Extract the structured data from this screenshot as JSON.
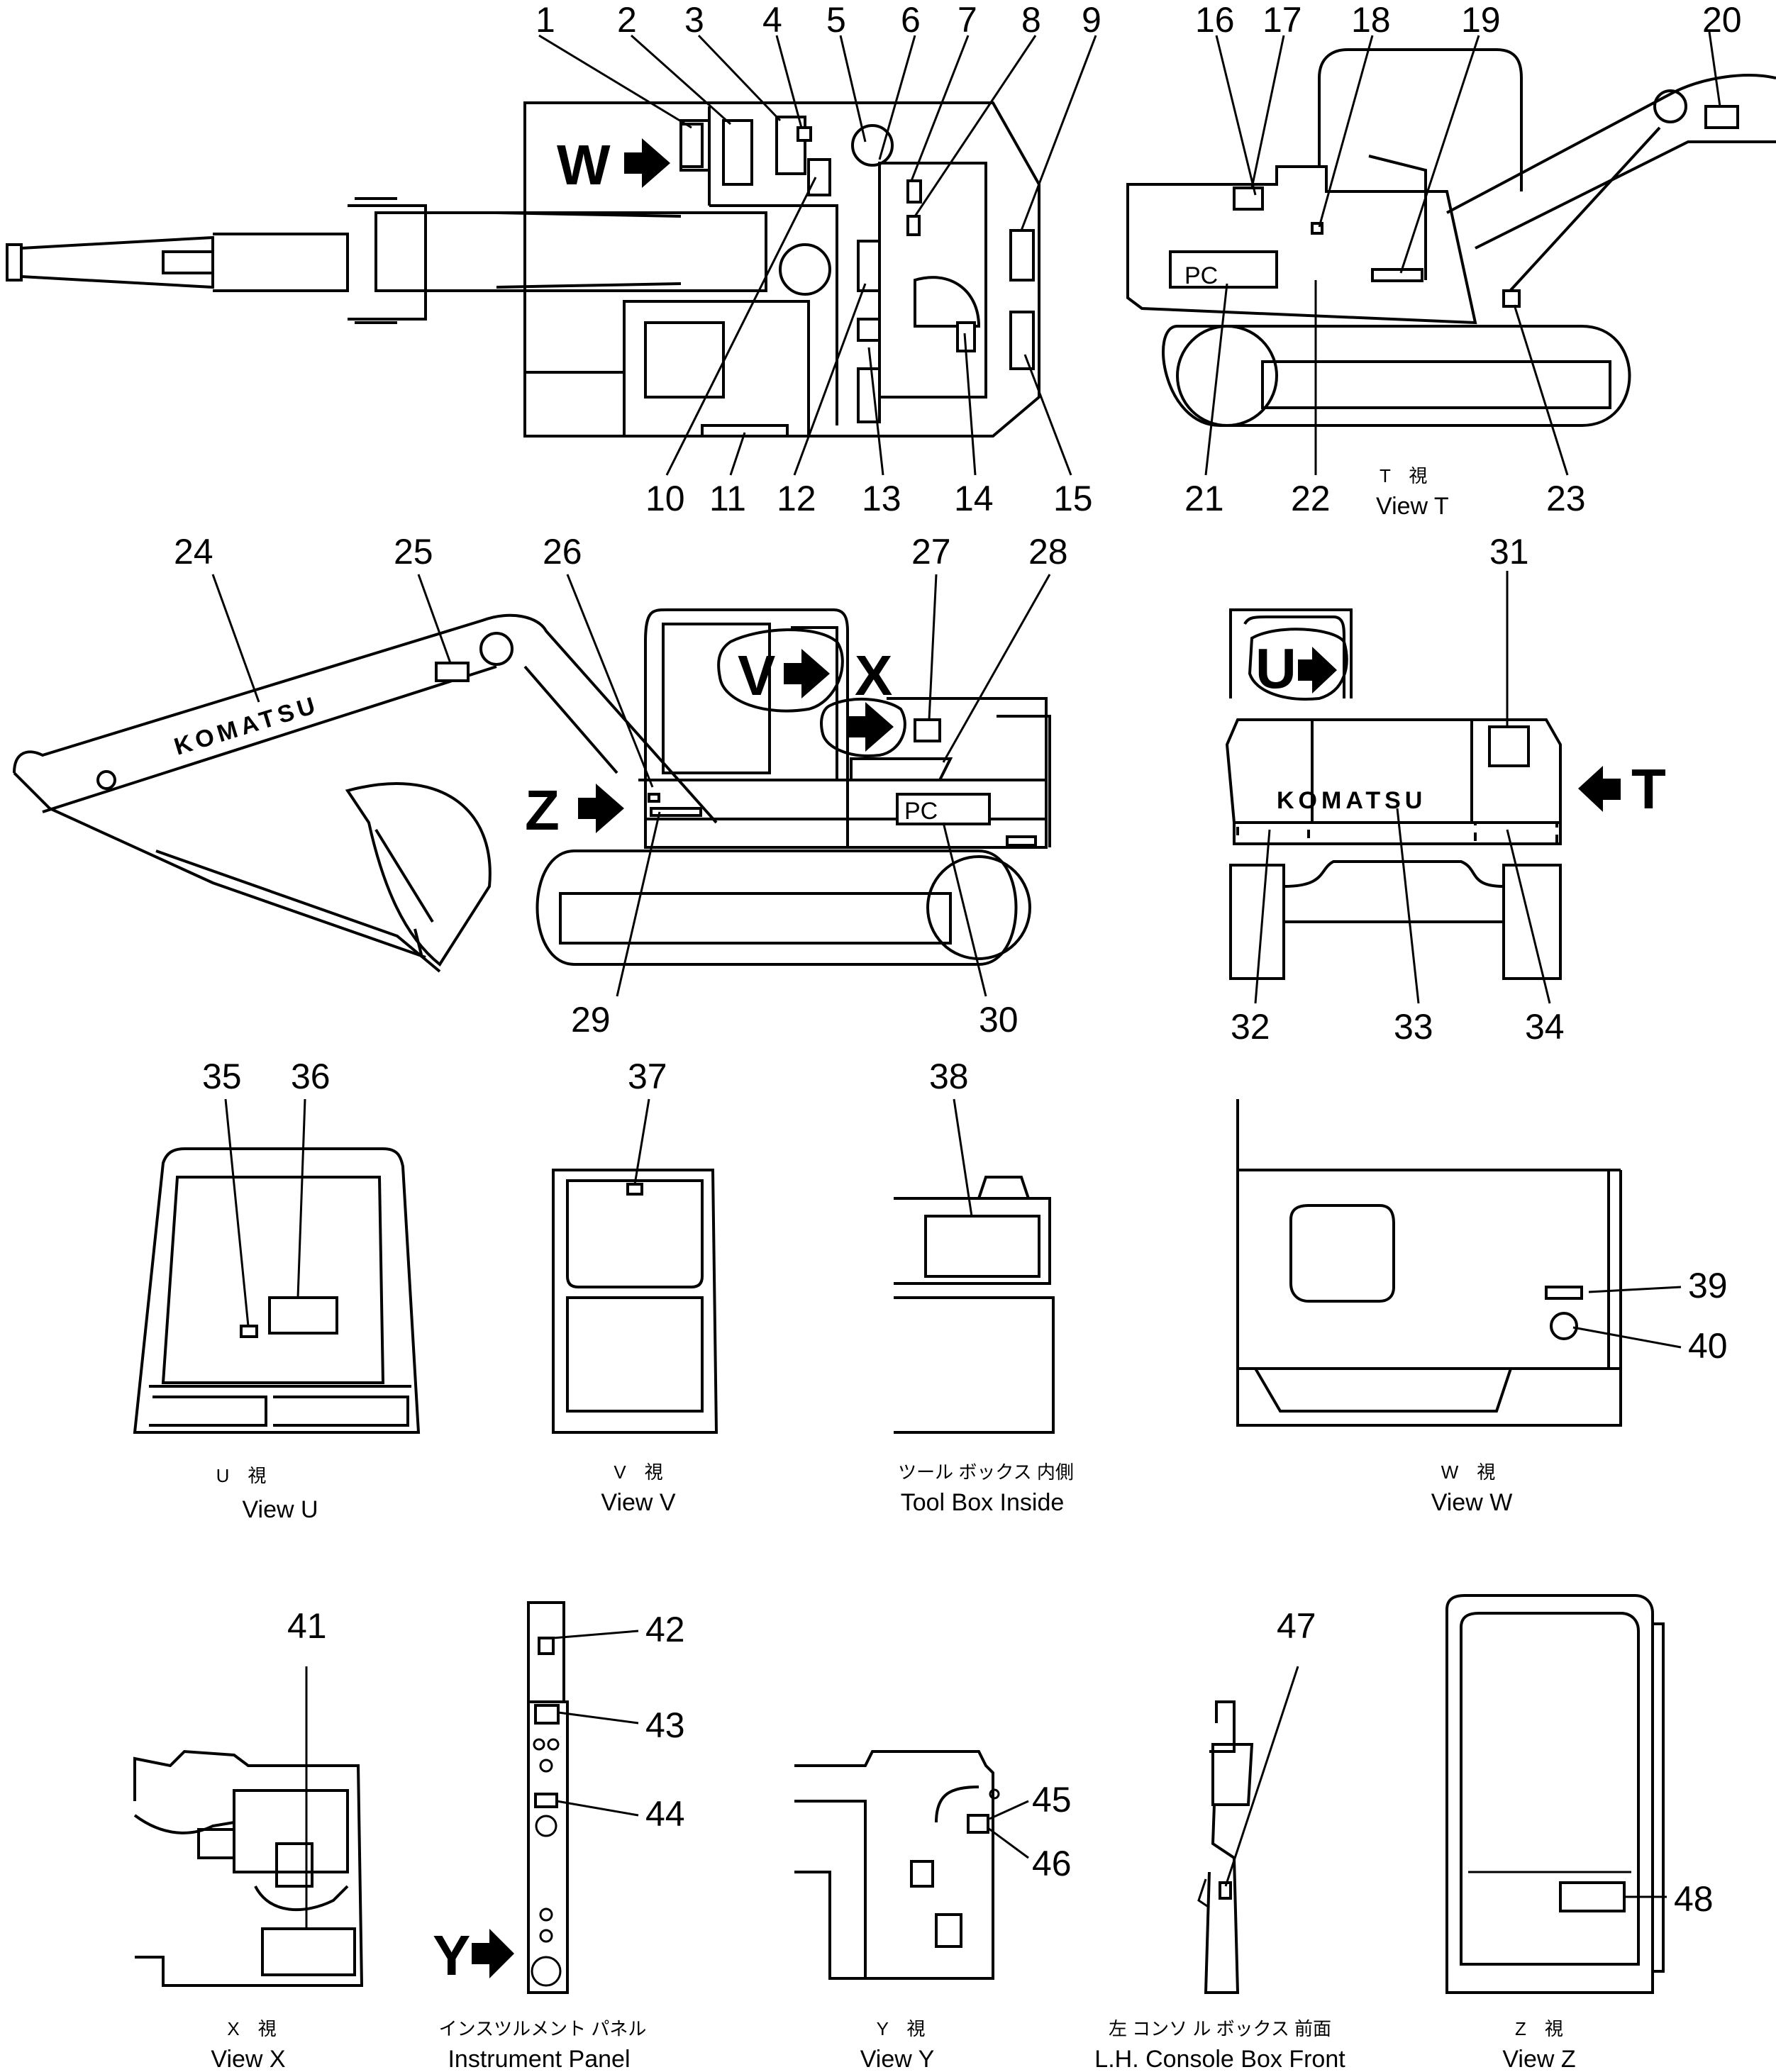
{
  "callouts": [
    "1",
    "2",
    "3",
    "4",
    "5",
    "6",
    "7",
    "8",
    "9",
    "10",
    "11",
    "12",
    "13",
    "14",
    "15",
    "16",
    "17",
    "18",
    "19",
    "20",
    "21",
    "22",
    "23",
    "24",
    "25",
    "26",
    "27",
    "28",
    "29",
    "30",
    "31",
    "32",
    "33",
    "34",
    "35",
    "36",
    "37",
    "38",
    "39",
    "40",
    "41",
    "42",
    "43",
    "44",
    "45",
    "46",
    "47",
    "48"
  ],
  "arrows": {
    "w": "W",
    "t": "T",
    "z": "Z",
    "v": "V",
    "x": "X",
    "u": "U",
    "y": "Y"
  },
  "plates": {
    "pc": "PC",
    "brand": "KOMATSU"
  },
  "views": {
    "t": {
      "jp": "T　視",
      "en": "View T"
    },
    "u": {
      "jp": "U　視",
      "en": "View U"
    },
    "v": {
      "jp": "V　視",
      "en": "View V"
    },
    "toolbox": {
      "jp": "ツール ボックス 内側",
      "en": "Tool Box Inside"
    },
    "w": {
      "jp": "W　視",
      "en": "View W"
    },
    "x": {
      "jp": "X　視",
      "en": "View X"
    },
    "panel": {
      "jp": "インスツルメント パネル",
      "en": "Instrument Panel"
    },
    "y": {
      "jp": "Y　視",
      "en": "View Y"
    },
    "console": {
      "jp": "左 コンソ ル ボックス 前面",
      "en": "L.H. Console Box Front"
    },
    "z": {
      "jp": "Z　視",
      "en": "View Z"
    }
  }
}
